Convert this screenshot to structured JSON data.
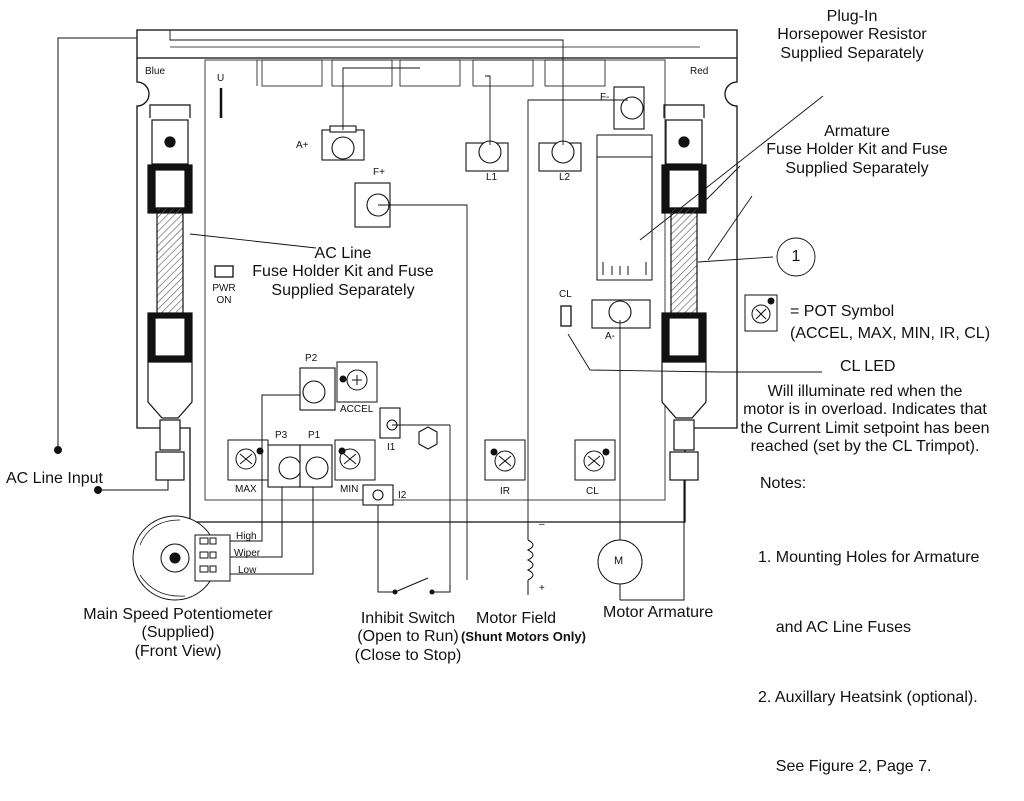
{
  "board": {
    "blue": "Blue",
    "red": "Red",
    "u": "U",
    "a_plus": "A+",
    "f_plus": "F+",
    "l1": "L1",
    "l2": "L2",
    "f_minus": "F-",
    "a_minus": "A-",
    "pwr_on": [
      "PWR",
      "ON"
    ],
    "cl": "CL",
    "p1": "P1",
    "p2": "P2",
    "p3": "P3",
    "i1": "I1",
    "i2": "I2"
  },
  "trimpots": {
    "accel": "ACCEL",
    "max": "MAX",
    "min": "MIN",
    "ir": "IR",
    "cl": "CL"
  },
  "callouts": {
    "horsepower_resistor": [
      "Plug-In",
      "Horsepower Resistor",
      "Supplied Separately"
    ],
    "armature_fuse": [
      "Armature",
      "Fuse Holder Kit and Fuse",
      "Supplied Separately"
    ],
    "ac_line_fuse": [
      "AC Line",
      "Fuse Holder Kit and Fuse",
      "Supplied Separately"
    ],
    "mounting_ref": "1",
    "pot_symbol": [
      "= POT Symbol",
      "(ACCEL, MAX, MIN, IR, CL)"
    ],
    "cl_led_title": "CL LED",
    "cl_led_desc": [
      "Will illuminate red when the",
      "motor is in overload.  Indicates that",
      "the Current Limit setpoint has been",
      "reached (set by the CL Trimpot)."
    ],
    "notes_title": "Notes:",
    "notes": [
      "1. Mounting Holes for Armature",
      "    and AC Line Fuses",
      "2. Auxillary Heatsink (optional).",
      "    See Figure 2, Page 7."
    ],
    "ac_line_input": "AC Line Input"
  },
  "potentiometer": {
    "high": "High",
    "wiper": "Wiper",
    "low": "Low",
    "caption": [
      "Main Speed Potentiometer",
      "(Supplied)",
      "(Front View)"
    ]
  },
  "inhibit": {
    "caption": [
      "Inhibit Switch",
      "(Open to Run)",
      "(Close to Stop)"
    ]
  },
  "motor_field": {
    "caption": "Motor Field",
    "note": "(Shunt Motors Only)",
    "minus": "–",
    "plus": "+"
  },
  "motor_armature": {
    "caption": "Motor Armature",
    "symbol": "M"
  }
}
